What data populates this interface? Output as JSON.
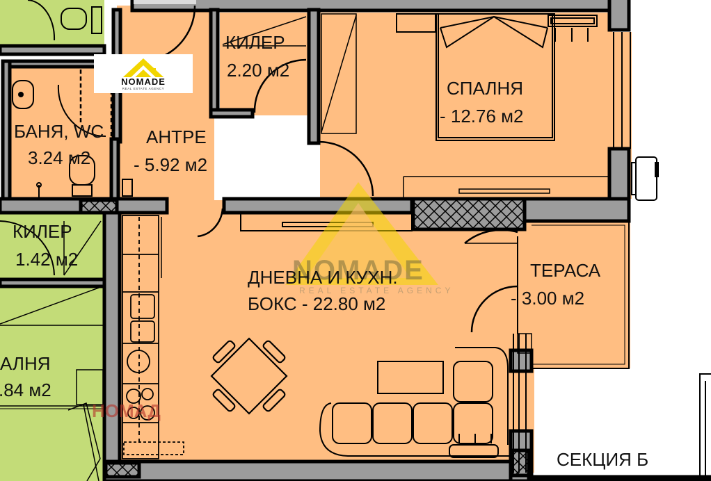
{
  "plan": {
    "section_label": "СЕКЦИЯ Б",
    "colors": {
      "unit_fill": "#FFBE82",
      "neighbor_fill": "#C3DC78",
      "wall_fill": "#9C9C9C",
      "wall_stroke": "#000000",
      "background": "#FFFFFF",
      "logo_yellow": "#F2D500"
    },
    "rooms": [
      {
        "id": "bathroom",
        "name": "БАНЯ, WC",
        "area": "3.24 м2"
      },
      {
        "id": "entrance",
        "name": "АНТРЕ",
        "area": "-  5.92 м2"
      },
      {
        "id": "storage",
        "name": "КИЛЕР",
        "area": "2.20 м2"
      },
      {
        "id": "bedroom",
        "name": "СПАЛНЯ",
        "area": "- 12.76 м2"
      },
      {
        "id": "living",
        "name": "ДНЕВНА И КУХН.",
        "area": "БОКС - 22.80 м2"
      },
      {
        "id": "terrace",
        "name": "ТЕРАСА",
        "area": "- 3.00 м2"
      }
    ],
    "neighbor_rooms": [
      {
        "id": "neighbor-storage",
        "name": "КИЛЕР",
        "area": "1.42 м2"
      },
      {
        "id": "neighbor-bedroom",
        "name": "АЛНЯ",
        "area": ".84 м2"
      }
    ]
  },
  "branding": {
    "logo_name": "NOMADE",
    "logo_tagline": "REAL ESTATE AGENCY",
    "watermark_name": "NOMADE",
    "watermark_tagline": "REAL ESTATE AGENCY",
    "stamp_text": "НОМАД"
  }
}
